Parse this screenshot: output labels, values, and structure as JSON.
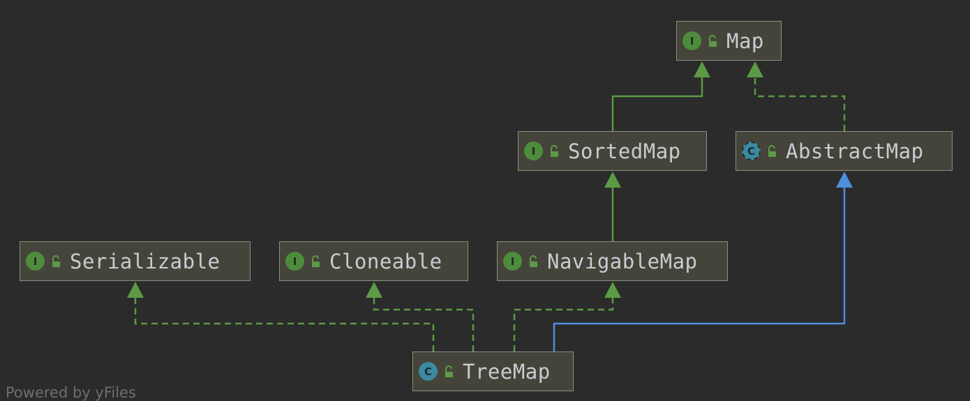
{
  "diagram": {
    "nodes": [
      {
        "id": "map",
        "label": "Map",
        "kind": "interface",
        "badge": "I"
      },
      {
        "id": "sortedmap",
        "label": "SortedMap",
        "kind": "interface",
        "badge": "I"
      },
      {
        "id": "abstractmap",
        "label": "AbstractMap",
        "kind": "abstract",
        "badge": "C"
      },
      {
        "id": "serializable",
        "label": "Serializable",
        "kind": "interface",
        "badge": "I"
      },
      {
        "id": "cloneable",
        "label": "Cloneable",
        "kind": "interface",
        "badge": "I"
      },
      {
        "id": "navigablemap",
        "label": "NavigableMap",
        "kind": "interface",
        "badge": "I"
      },
      {
        "id": "treemap",
        "label": "TreeMap",
        "kind": "class",
        "badge": "C"
      }
    ],
    "edges": [
      {
        "from": "sortedmap",
        "to": "map",
        "type": "extends"
      },
      {
        "from": "abstractmap",
        "to": "map",
        "type": "implements"
      },
      {
        "from": "navigablemap",
        "to": "sortedmap",
        "type": "extends"
      },
      {
        "from": "treemap",
        "to": "abstractmap",
        "type": "extends-class"
      },
      {
        "from": "treemap",
        "to": "serializable",
        "type": "implements"
      },
      {
        "from": "treemap",
        "to": "cloneable",
        "type": "implements"
      },
      {
        "from": "treemap",
        "to": "navigablemap",
        "type": "implements"
      }
    ]
  },
  "colors": {
    "background": "#2b2b2b",
    "interface_edge": "#5c9a45",
    "class_edge": "#4d8fdd",
    "node_fill": "#45443a",
    "node_border": "#8e8e84",
    "text": "#c9ccd1"
  },
  "footer": "Powered by yFiles"
}
